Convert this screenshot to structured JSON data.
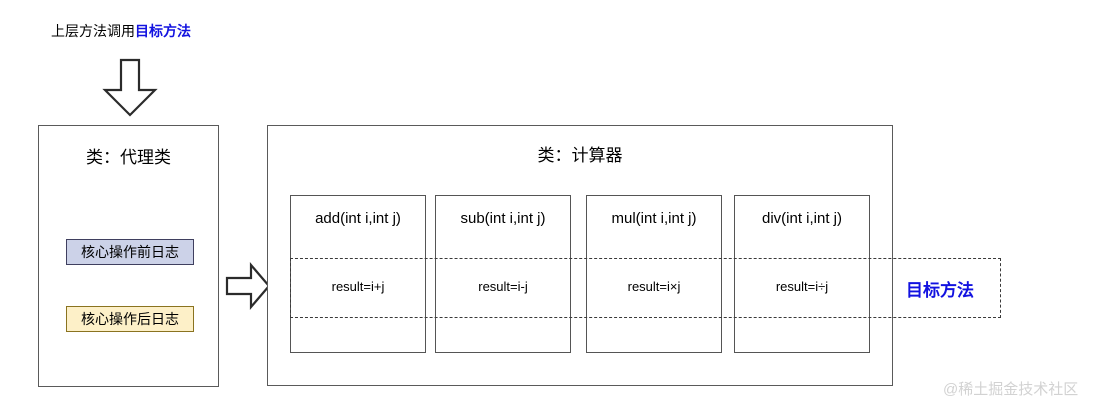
{
  "caption": {
    "prefix": "上层方法调用",
    "highlight": "目标方法"
  },
  "icons": {
    "arrow_down": "arrow-down-icon",
    "arrow_right": "arrow-right-icon"
  },
  "proxy_class": {
    "title": "类：代理类",
    "chips": [
      {
        "label": "核心操作前日志",
        "color": "#ccd2e8"
      },
      {
        "label": "核心操作后日志",
        "color": "#fdf0c8"
      }
    ]
  },
  "calculator_class": {
    "title": "类：计算器",
    "methods": [
      {
        "signature": "add(int i,int j)",
        "body": "result=i+j"
      },
      {
        "signature": "sub(int i,int j)",
        "body": "result=i-j"
      },
      {
        "signature": "mul(int i,int j)",
        "body": "result=i×j"
      },
      {
        "signature": "div(int i,int j)",
        "body": "result=i÷j"
      }
    ]
  },
  "target_region": {
    "label": "目标方法",
    "color": "#1212e0"
  },
  "watermark": {
    "text": "@稀土掘金技术社区"
  }
}
